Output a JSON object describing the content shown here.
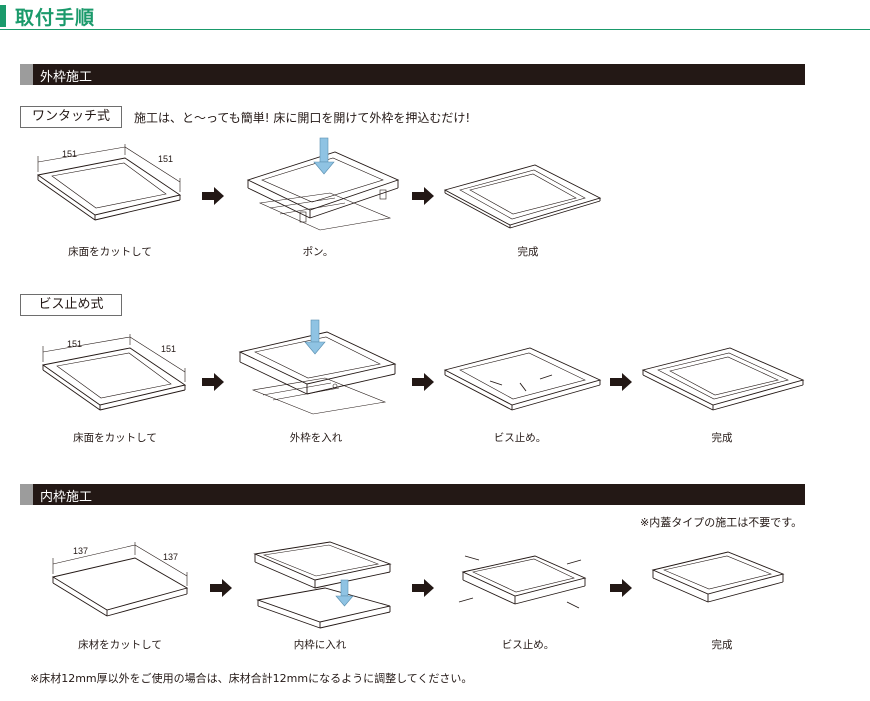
{
  "page_title": "取付手順",
  "sections": {
    "outer": {
      "header": "外枠施工",
      "onetouch": {
        "label": "ワンタッチ式",
        "description": "施工は、と〜っても簡単! 床に開口を開けて外枠を押込むだけ!",
        "dim_a": "151",
        "dim_b": "151",
        "captions": [
          "床面をカットして",
          "ポン。",
          "完成"
        ]
      },
      "screw": {
        "label": "ビス止め式",
        "dim_a": "151",
        "dim_b": "151",
        "captions": [
          "床面をカットして",
          "外枠を入れ",
          "ビス止め。",
          "完成"
        ]
      }
    },
    "inner": {
      "header": "内枠施工",
      "note": "※内蓋タイプの施工は不要です。",
      "dim_a": "137",
      "dim_b": "137",
      "captions": [
        "床材をカットして",
        "内枠に入れ",
        "ビス止め。",
        "完成"
      ]
    }
  },
  "footnote": "※床材12mm厚以外をご使用の場合は、床材合計12mmになるように調整してください。",
  "colors": {
    "accent": "#1a9a6b",
    "header_bg": "#231815",
    "arrow_blue": "#8fc3e3"
  }
}
